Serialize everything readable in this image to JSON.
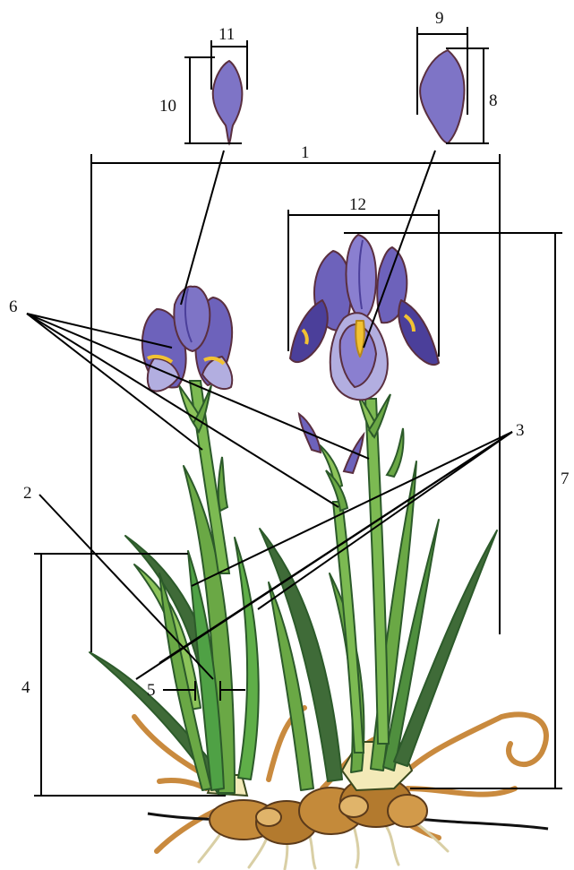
{
  "diagram": {
    "callouts": [
      "1",
      "2",
      "3",
      "4",
      "5",
      "6",
      "7",
      "8",
      "9",
      "10",
      "11",
      "12"
    ]
  },
  "colors": {
    "petal": "#7e74c6",
    "petal_dark": "#4b3f9a",
    "petal_light": "#b2aee0",
    "petal_outline": "#5a2f3f",
    "beard": "#f2c232",
    "leaf": "#6aa845",
    "leaf_light": "#8cc35a",
    "leaf_dark": "#3f6b38",
    "leaf_outline": "#2c5a2a",
    "rhizome": "#c48a3a",
    "root": "#c98a3e",
    "stem_base": "#f3eab8",
    "line": "#000000"
  }
}
